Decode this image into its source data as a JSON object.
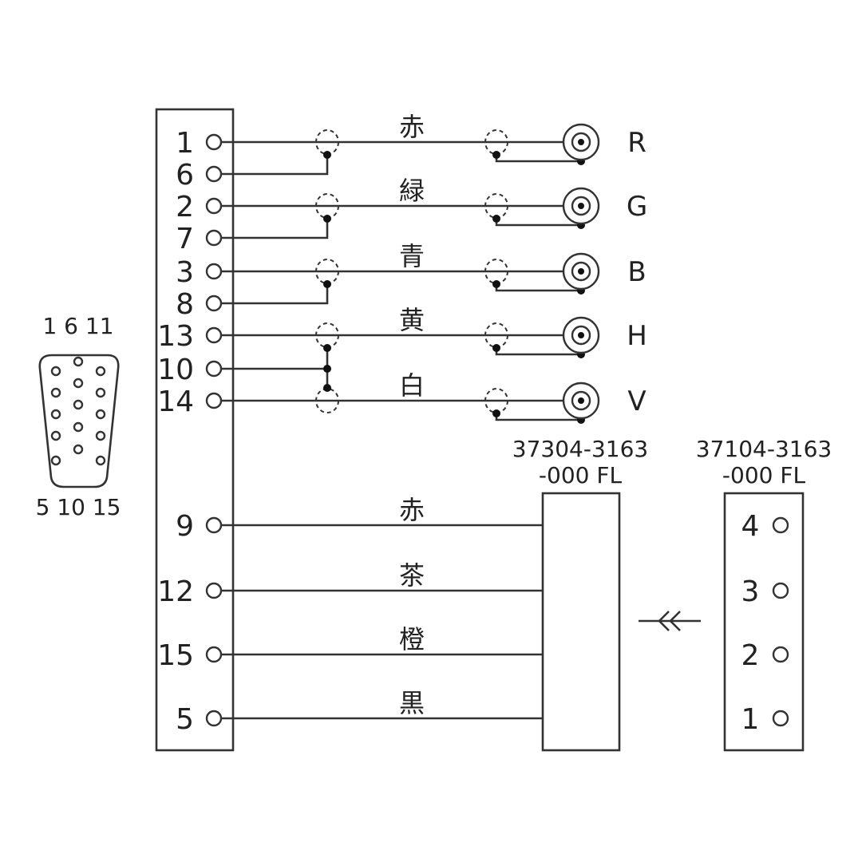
{
  "db15": {
    "top_label": "1 6 11",
    "bottom_label": "5 10 15"
  },
  "video_pins": [
    {
      "pin": "1",
      "wire": "赤",
      "out": "R"
    },
    {
      "pin": "6"
    },
    {
      "pin": "2",
      "wire": "緑",
      "out": "G"
    },
    {
      "pin": "7"
    },
    {
      "pin": "3",
      "wire": "青",
      "out": "B"
    },
    {
      "pin": "8"
    },
    {
      "pin": "13",
      "wire": "黄",
      "out": "H"
    },
    {
      "pin": "10"
    },
    {
      "pin": "14",
      "wire": "白",
      "out": "V"
    }
  ],
  "control_pins": [
    {
      "pin": "9",
      "wire": "赤",
      "fl": "4"
    },
    {
      "pin": "12",
      "wire": "茶",
      "fl": "3"
    },
    {
      "pin": "15",
      "wire": "橙",
      "fl": "2"
    },
    {
      "pin": "5",
      "wire": "黒",
      "fl": "1"
    }
  ],
  "connector_a": {
    "part_line1": "37304-3163",
    "part_line2": "-000 FL"
  },
  "connector_b": {
    "part_line1": "37104-3163",
    "part_line2": "-000 FL",
    "pins": [
      "4",
      "3",
      "2",
      "1"
    ]
  },
  "mating_arrow": "—<<—"
}
